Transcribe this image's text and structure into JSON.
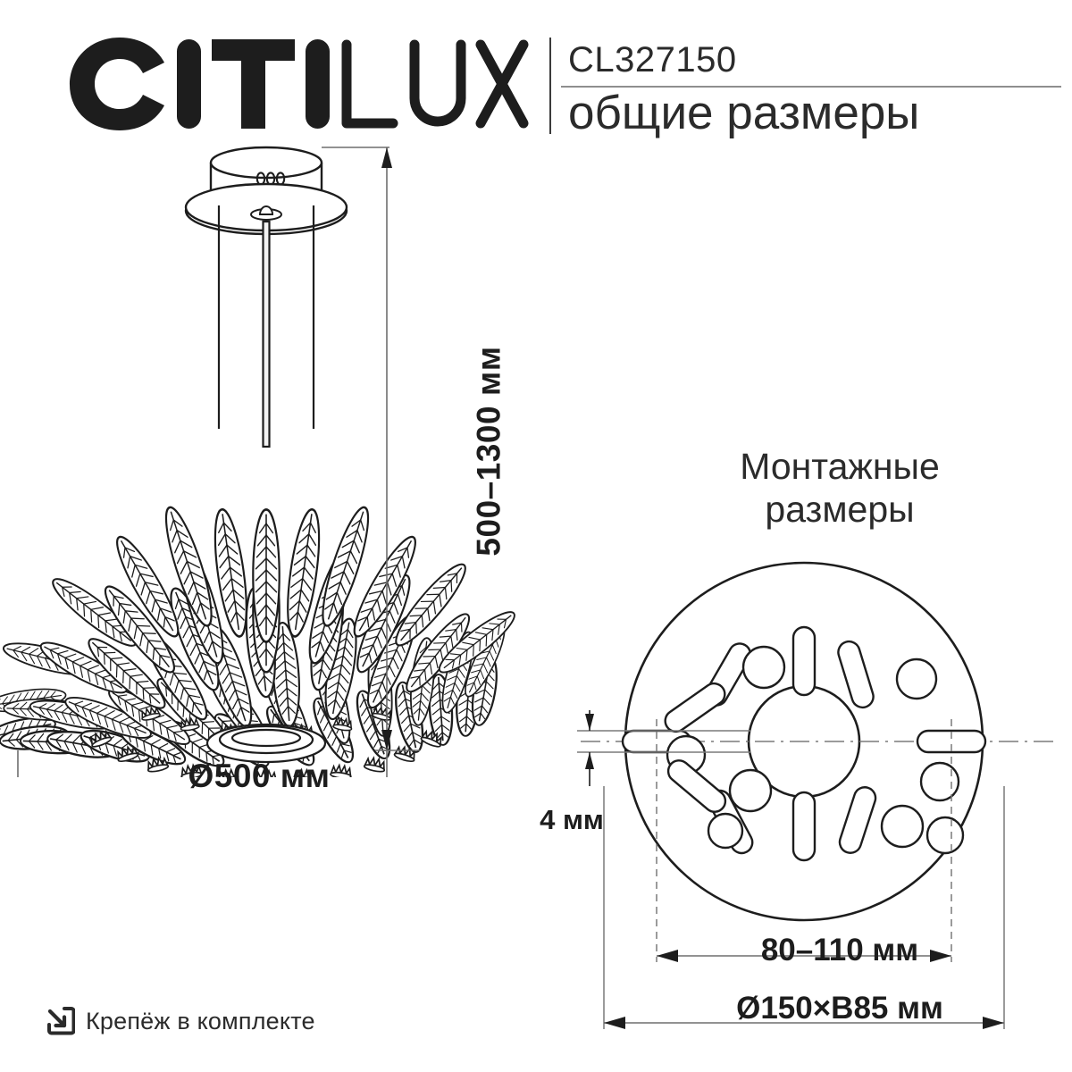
{
  "header": {
    "logo_text": "CITILUX",
    "logo_solid_part": "CITI",
    "logo_outline_part": "LUX",
    "model_code": "CL327150",
    "title": "общие размеры"
  },
  "product_figure": {
    "name": "pendant-chandelier-elevation",
    "description": "Подвесная люстра с куполом из листовидных элементов",
    "height_dimension": "500–1300 мм",
    "diameter_dimension": "Ø500 мм",
    "thickness_dimension": "4 мм",
    "canopy_marking": "000"
  },
  "mounting_figure": {
    "title_line1": "Монтажные",
    "title_line2": "размеры",
    "inner_dimension": "80–110 мм",
    "outer_dimension": "Ø150×В85 мм"
  },
  "footer": {
    "icon": "arrow-into-box-icon",
    "note": "Крепёж в комплекте"
  },
  "colors": {
    "ink": "#1a1a1a",
    "line": "#2b2b2b",
    "thin_line": "#8e8e8e",
    "background": "#ffffff"
  }
}
